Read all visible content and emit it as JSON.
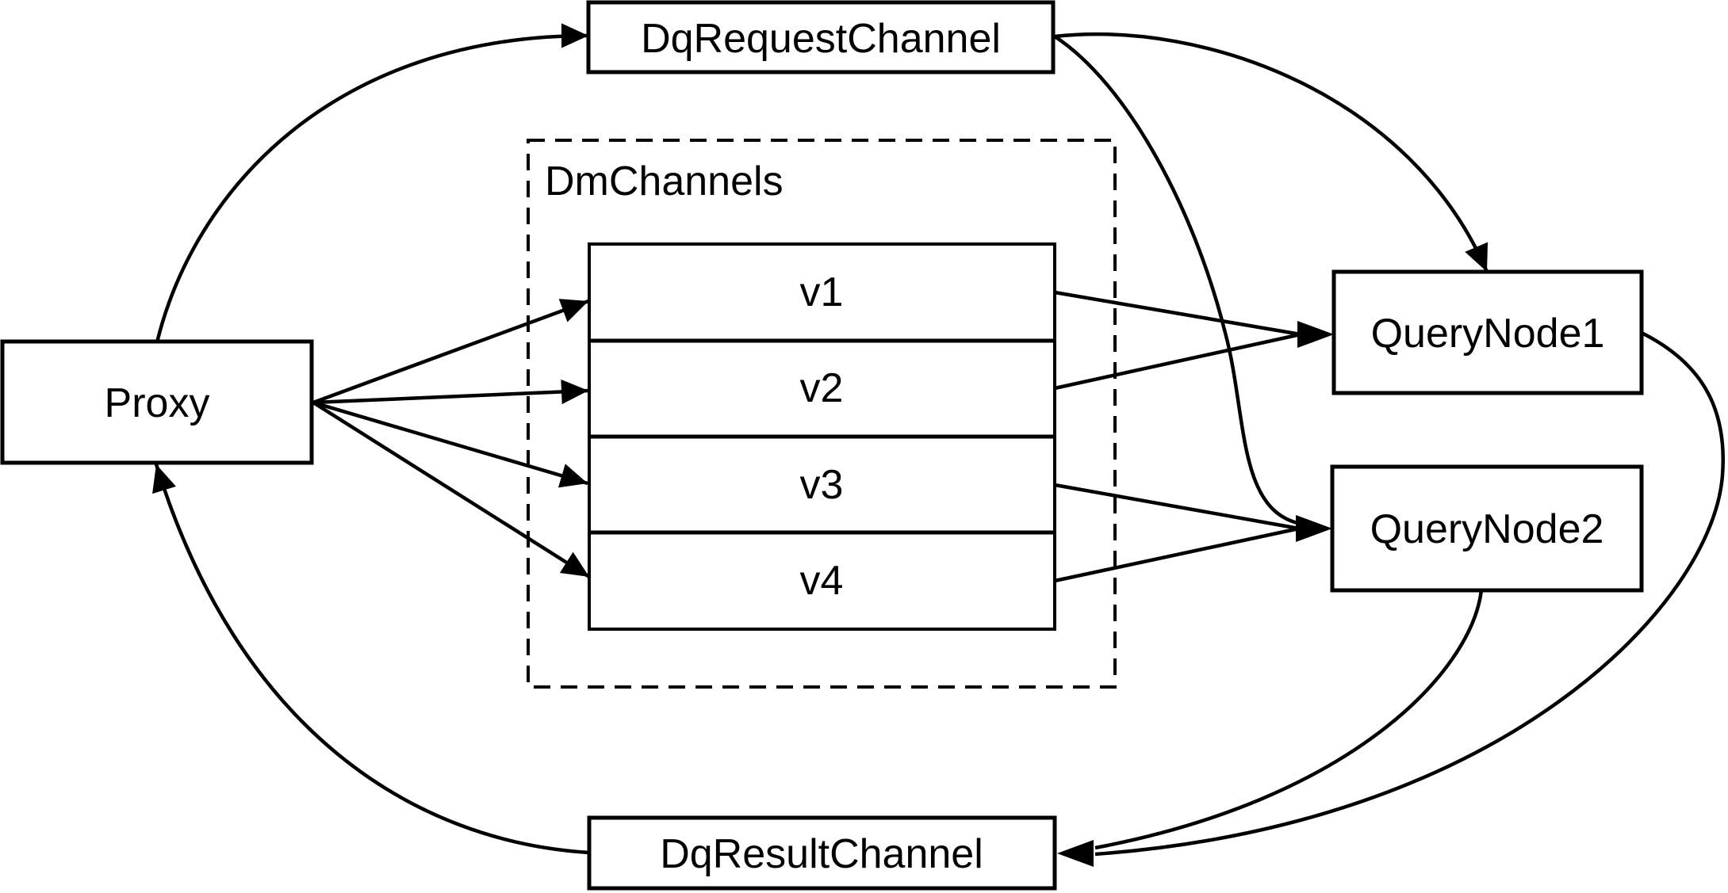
{
  "diagram": {
    "background": "#ffffff",
    "stroke_color": "#000000",
    "nodes": {
      "proxy": {
        "label": "Proxy"
      },
      "dq_request_channel": {
        "label": "DqRequestChannel"
      },
      "dm_channels": {
        "label": "DmChannels",
        "channels": [
          "v1",
          "v2",
          "v3",
          "v4"
        ]
      },
      "query_node_1": {
        "label": "QueryNode1"
      },
      "query_node_2": {
        "label": "QueryNode2"
      },
      "dq_result_channel": {
        "label": "DqResultChannel"
      }
    },
    "edges": [
      {
        "from": "Proxy",
        "to": "DqRequestChannel"
      },
      {
        "from": "Proxy",
        "to": "v1"
      },
      {
        "from": "Proxy",
        "to": "v2"
      },
      {
        "from": "Proxy",
        "to": "v3"
      },
      {
        "from": "Proxy",
        "to": "v4"
      },
      {
        "from": "v1",
        "to": "QueryNode1"
      },
      {
        "from": "v2",
        "to": "QueryNode1"
      },
      {
        "from": "v3",
        "to": "QueryNode2"
      },
      {
        "from": "v4",
        "to": "QueryNode2"
      },
      {
        "from": "DqRequestChannel",
        "to": "QueryNode1"
      },
      {
        "from": "DqRequestChannel",
        "to": "QueryNode2"
      },
      {
        "from": "QueryNode1",
        "to": "DqResultChannel"
      },
      {
        "from": "QueryNode2",
        "to": "DqResultChannel"
      },
      {
        "from": "DqResultChannel",
        "to": "Proxy"
      }
    ]
  }
}
